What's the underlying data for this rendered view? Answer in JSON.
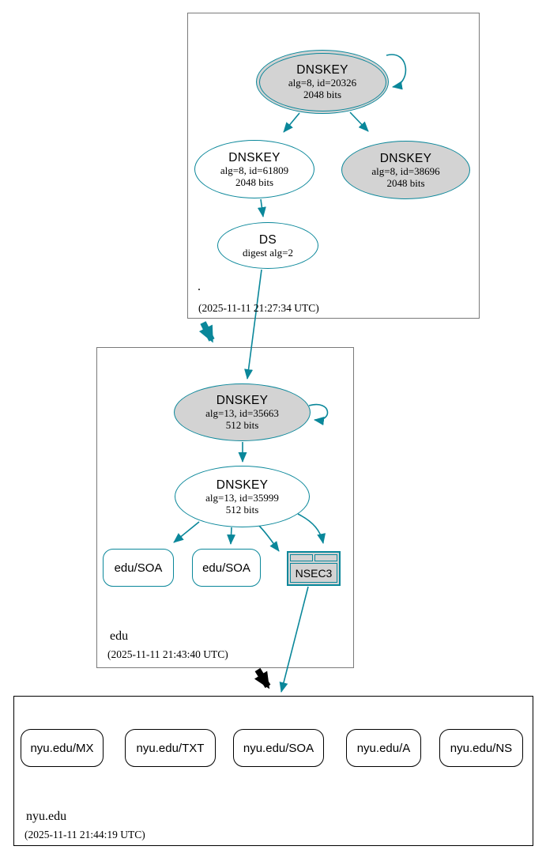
{
  "colors": {
    "secure_teal": "#0a879a",
    "node_fill_gray": "#d3d3d3",
    "cluster_border_gray": "#7a7a7a",
    "warn_black": "#000000",
    "background": "#ffffff"
  },
  "root_zone": {
    "label": ".",
    "timestamp": "(2025-11-11 21:27:34 UTC)",
    "ksk": {
      "title": "DNSKEY",
      "detail1": "alg=8, id=20326",
      "detail2": "2048 bits"
    },
    "zsk": {
      "title": "DNSKEY",
      "detail1": "alg=8, id=61809",
      "detail2": "2048 bits"
    },
    "key3": {
      "title": "DNSKEY",
      "detail1": "alg=8, id=38696",
      "detail2": "2048 bits"
    },
    "ds": {
      "title": "DS",
      "detail1": "digest alg=2"
    }
  },
  "edu_zone": {
    "label": "edu",
    "timestamp": "(2025-11-11 21:43:40 UTC)",
    "ksk": {
      "title": "DNSKEY",
      "detail1": "alg=13, id=35663",
      "detail2": "512 bits"
    },
    "zsk": {
      "title": "DNSKEY",
      "detail1": "alg=13, id=35999",
      "detail2": "512 bits"
    },
    "soa1": {
      "label": "edu/SOA"
    },
    "soa2": {
      "label": "edu/SOA"
    },
    "nsec3": {
      "label": "NSEC3"
    }
  },
  "nyu_zone": {
    "label": "nyu.edu",
    "timestamp": "(2025-11-11 21:44:19 UTC)",
    "rrsets": [
      {
        "label": "nyu.edu/MX"
      },
      {
        "label": "nyu.edu/TXT"
      },
      {
        "label": "nyu.edu/SOA"
      },
      {
        "label": "nyu.edu/A"
      },
      {
        "label": "nyu.edu/NS"
      }
    ]
  }
}
